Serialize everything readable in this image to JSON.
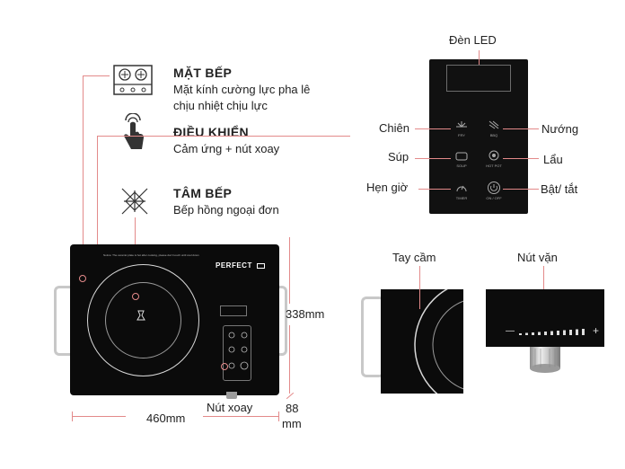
{
  "features": [
    {
      "title": "MẶT BẾP",
      "desc_lines": [
        "Mặt kính cường lực pha lê",
        "chịu nhiệt chịu lực"
      ],
      "icon": "stove-top-icon"
    },
    {
      "title": "ĐIỀU KHIỂN",
      "desc_lines": [
        "Cảm ứng + nút xoay"
      ],
      "icon": "touch-hand-icon"
    },
    {
      "title": "TÂM BẾP",
      "desc_lines": [
        "Bếp hồng ngoại đơn"
      ],
      "icon": "heat-center-icon"
    }
  ],
  "cooktop": {
    "brand": "PERFECT",
    "warning_text": "Notice: The ceramic plate is hot after cooking, please don't touch until cool down"
  },
  "dimensions": {
    "width": "460mm",
    "depth": "338mm",
    "height_num": "88",
    "height_unit": "mm"
  },
  "panel": {
    "led_label": "Đèn LED",
    "buttons": [
      {
        "text": "FRY",
        "label": "Chiên"
      },
      {
        "text": "BBQ",
        "label": "Nướng"
      },
      {
        "text": "SOUP",
        "label": "Súp"
      },
      {
        "text": "HOT POT",
        "label": "Lẩu"
      },
      {
        "text": "TIMER",
        "label": "Hẹn giờ"
      },
      {
        "text": "ON / OFF",
        "label": "Bật/ tắt"
      }
    ]
  },
  "details": {
    "handle_label": "Tay cầm",
    "knob_label": "Nút vặn",
    "knob_text": "Nút xoay",
    "minus": "—",
    "plus": "+"
  },
  "colors": {
    "accent_line": "#e38a8a",
    "glass": "#0b0b0b",
    "panel": "#111111"
  }
}
